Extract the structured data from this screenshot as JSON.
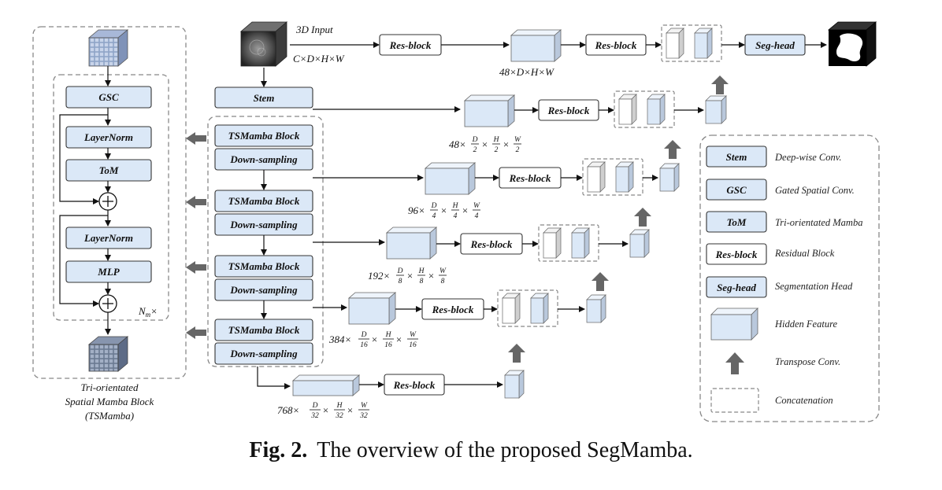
{
  "input_label": "3D Input",
  "input_dims": "C×D×H×W",
  "blocks": {
    "res_block": "Res-block",
    "seg_head": "Seg-head",
    "stem": "Stem",
    "tsmamba": "TSMamba Block",
    "down": "Down-sampling",
    "gsc": "GSC",
    "layernorm": "LayerNorm",
    "tom": "ToM",
    "mlp": "MLP",
    "nm": "N",
    "nm_sub": "m",
    "nm_times": "×",
    "plus": "+"
  },
  "left_caption": [
    "Tri-orientated",
    "Spatial Mamba Block",
    "(TSMamba)"
  ],
  "feature_dims": {
    "top": "48×D×H×W",
    "level1": {
      "ch": "48×",
      "a": "D",
      "b": "H",
      "c": "W",
      "den": "2"
    },
    "level2": {
      "ch": "96×",
      "a": "D",
      "b": "H",
      "c": "W",
      "den": "4"
    },
    "level3": {
      "ch": "192×",
      "a": "D",
      "b": "H",
      "c": "W",
      "den": "8"
    },
    "level4": {
      "ch": "384×",
      "a": "D",
      "b": "H",
      "c": "W",
      "den": "16"
    },
    "level5": {
      "ch": "768×",
      "a": "D",
      "b": "H",
      "c": "W",
      "den": "32"
    },
    "times": "×"
  },
  "legend": [
    {
      "key": "Stem",
      "desc": "Deep-wise Conv."
    },
    {
      "key": "GSC",
      "desc": "Gated Spatial Conv."
    },
    {
      "key": "ToM",
      "desc": "Tri-orientated Mamba"
    },
    {
      "key": "Res-block",
      "desc": "Residual Block"
    },
    {
      "key": "Seg-head",
      "desc": "Segmentation Head"
    },
    {
      "key": "",
      "desc": "Hidden Feature"
    },
    {
      "key": "",
      "desc": "Transpose Conv."
    },
    {
      "key": "",
      "desc": "Concatenation"
    }
  ],
  "caption": {
    "prefix": "Fig. 2.",
    "text": "The overview of the proposed SegMamba."
  },
  "colors": {
    "block_fill": "#dbe8f7",
    "block_stroke": "#333333",
    "arrow_gray": "#666666",
    "dash": "#888888"
  }
}
